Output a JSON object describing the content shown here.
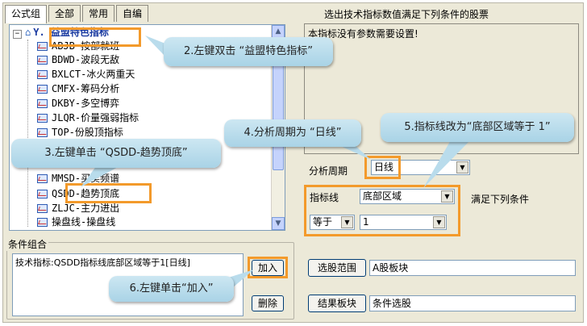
{
  "tabs": [
    "公式组",
    "全部",
    "常用",
    "自编"
  ],
  "tree": {
    "root": "Y. 益盟特色指标",
    "items": [
      "ABJB-按部就班",
      "BDWD-波段无敌",
      "BXLCT-冰火两重天",
      "CMFX-筹码分析",
      "DKBY-多空博弈",
      "JLQR-价量强弱指标",
      "TOP-份股顶指标",
      "MMSD-买卖频谱",
      "QSDD-趋势顶底",
      "ZLJC-主力进出",
      "操盘线-操盘线"
    ]
  },
  "right": {
    "title": "选出技术指标数值满足下列条件的股票",
    "description": "本指标没有参数需要设置!",
    "period_label": "分析周期",
    "period_value": "日线",
    "indicator_label": "指标线",
    "indicator_value": "底部区域",
    "satisfy_label": "满足下列条件",
    "op_value": "等于",
    "value": "1",
    "range_btn": "选股范围",
    "range_value": "A股板块",
    "result_btn": "结果板块",
    "result_value": "条件选股"
  },
  "group": {
    "title": "条件组合",
    "condition": "技术指标:QSDD指标线底部区域等于1[日线]",
    "add_btn": "加入",
    "del_btn": "删除"
  },
  "annotations": {
    "c1": "2.左键双击 “益盟特色指标”",
    "c2": "3.左键单击 “QSDD-趋势顶底”",
    "c3": "4.分析周期为 “日线”",
    "c4": "5.指标线改为“底部区域等于 1”",
    "c5": "6.左键单击“加入”",
    "accent": "#f39a2b",
    "callout_color": "#b9dcec"
  }
}
